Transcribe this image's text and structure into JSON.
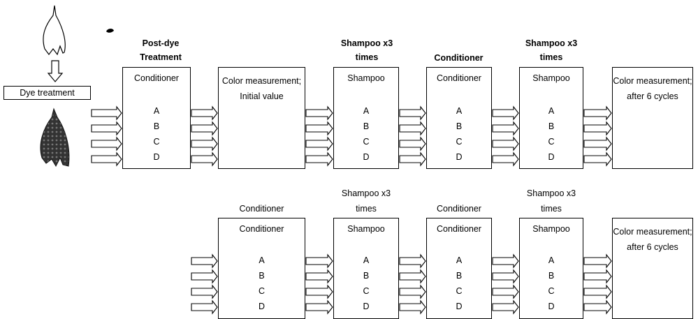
{
  "dye_treatment": "Dye treatment",
  "row1": {
    "headers": [
      "Post-dye Treatment",
      "",
      "Shampoo x3 times",
      "Conditioner",
      "Shampoo x3 times",
      ""
    ],
    "boxes": [
      {
        "title": "Conditioner",
        "items": [
          "A",
          "B",
          "C",
          "D"
        ]
      },
      {
        "title": "Color measurement; Initial value",
        "items": []
      },
      {
        "title": "Shampoo",
        "items": [
          "A",
          "B",
          "C",
          "D"
        ]
      },
      {
        "title": "Conditioner",
        "items": [
          "A",
          "B",
          "C",
          "D"
        ]
      },
      {
        "title": "Shampoo",
        "items": [
          "A",
          "B",
          "C",
          "D"
        ]
      },
      {
        "title": "Color measurement; after 6 cycles",
        "items": []
      }
    ]
  },
  "row2": {
    "headers": [
      "Conditioner",
      "Shampoo x3 times",
      "Conditioner",
      "Shampoo x3 times",
      ""
    ],
    "boxes": [
      {
        "title": "Conditioner",
        "items": [
          "A",
          "B",
          "C",
          "D"
        ]
      },
      {
        "title": "Shampoo",
        "items": [
          "A",
          "B",
          "C",
          "D"
        ]
      },
      {
        "title": "Conditioner",
        "items": [
          "A",
          "B",
          "C",
          "D"
        ]
      },
      {
        "title": "Shampoo",
        "items": [
          "A",
          "B",
          "C",
          "D"
        ]
      },
      {
        "title": "Color measurement; after 6 cycles",
        "items": []
      }
    ]
  }
}
